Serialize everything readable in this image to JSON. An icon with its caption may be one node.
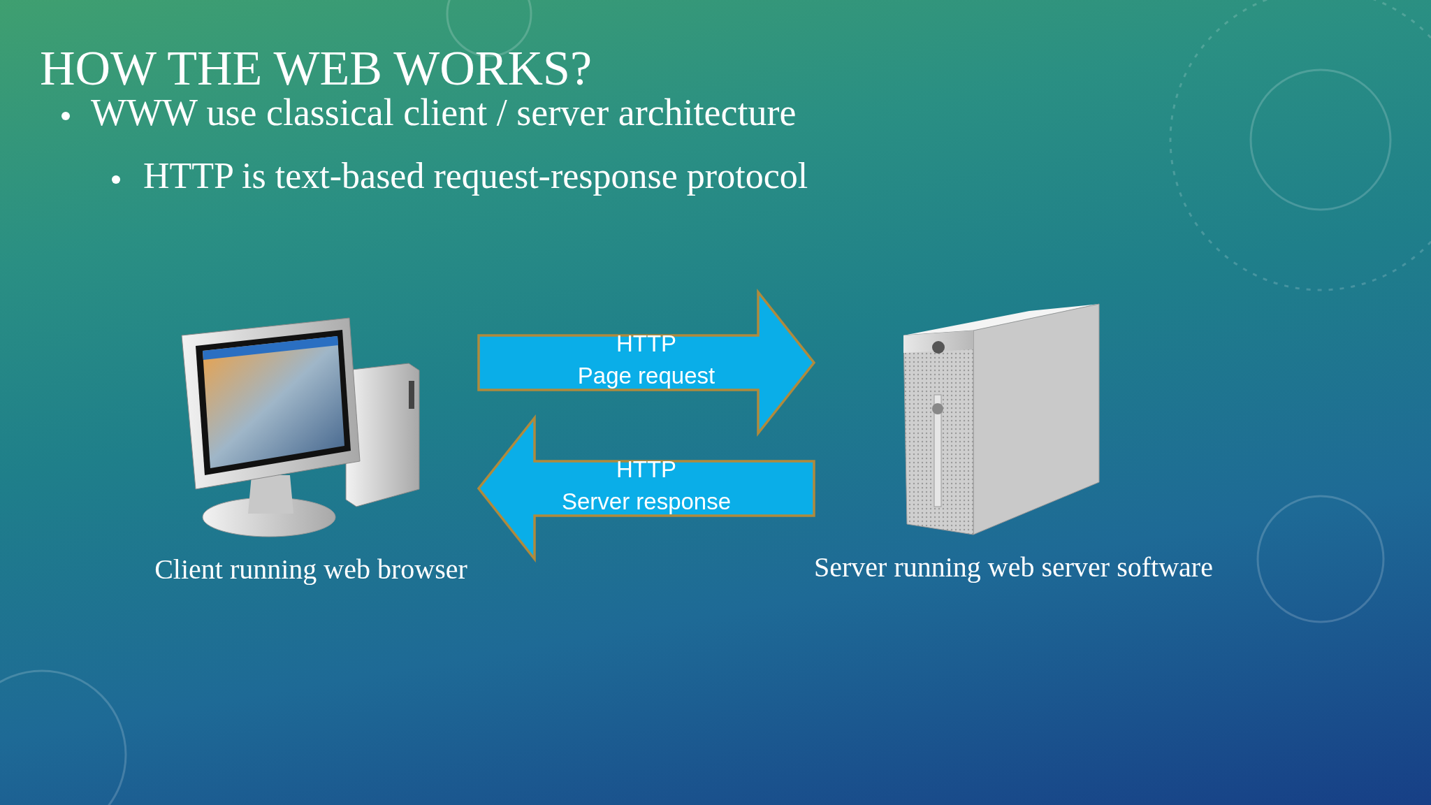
{
  "diagram": {
    "title": "HOW THE WEB WORKS?",
    "nodes": [
      {
        "text": [
          "Client running web browser"
        ]
      },
      {
        "text": [
          "Server running web server software"
        ]
      }
    ],
    "edges": [
      {
        "from": 0,
        "to": 1,
        "arrow": "to",
        "label": "HTTP Page request"
      },
      {
        "from": 1,
        "to": 0,
        "arrow": "to",
        "label": "HTTP Server response"
      }
    ],
    "labels": [
      "WWW use classical client / server architecture",
      "HTTP is text-based request-response protocol"
    ]
  }
}
